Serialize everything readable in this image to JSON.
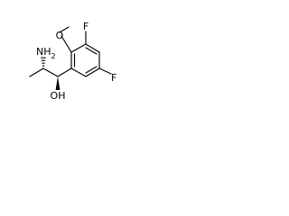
{
  "molecule": {
    "atoms": {
      "amine": "NH2",
      "amine_sub": "2",
      "amine_main": "NH",
      "methoxy_oxygen": "O",
      "fluoro_top": "F",
      "fluoro_right": "F",
      "hydroxyl": "OH"
    },
    "colors": {
      "ink": "#000000",
      "background": "#ffffff"
    }
  }
}
